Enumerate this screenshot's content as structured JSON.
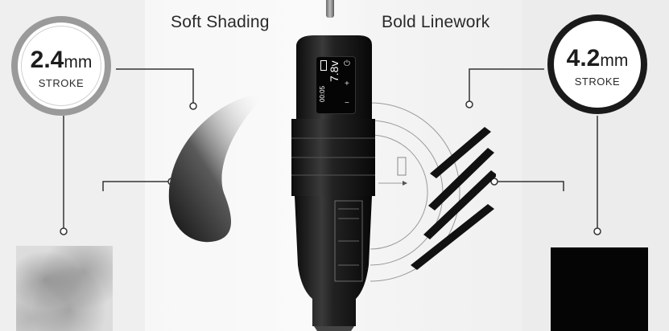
{
  "headings": {
    "left": "Soft Shading",
    "right": "Bold Linework"
  },
  "badges": {
    "left": {
      "size": "2.4",
      "unit": "mm",
      "label": "STROKE"
    },
    "right": {
      "size": "4.2",
      "unit": "mm",
      "label": "STROKE"
    }
  },
  "pen": {
    "voltage": "7.8v",
    "timer": "00:05"
  },
  "colors": {
    "ink": "#1a1a1a",
    "soft_ring": "#9a9a9a",
    "bold_ring": "#1a1a1a"
  },
  "icons": [
    "battery-icon",
    "power-icon",
    "plus-icon",
    "minus-icon"
  ]
}
